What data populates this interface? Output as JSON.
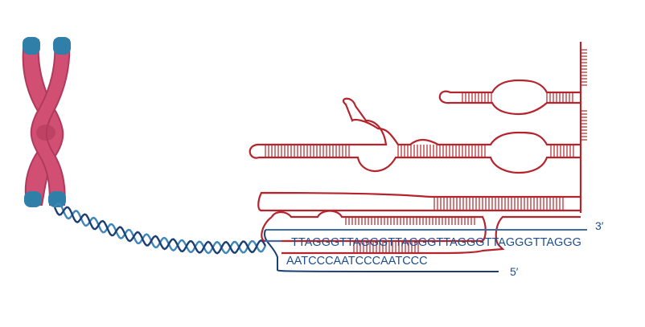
{
  "diagram": {
    "labels": {
      "strand_g_rich": "TTAGGGTTAGGGTTAGGGTTAGGGTTAGGGTTAGGG",
      "strand_c_rich": "AATCCCAATCCCAATCCC",
      "three_prime": "3′",
      "five_prime": "5′"
    },
    "colors": {
      "chromosome_body": "#d14f72",
      "chromosome_shade": "#b03a5c",
      "telomere_cap": "#2f7fa8",
      "dna_dark": "#1c3f73",
      "dna_light": "#3f86b9",
      "rna_structure": "#b5242c",
      "strand_blue": "#3b6ea5",
      "text_blue": "#1f4e8c"
    },
    "icons": {
      "chromosome": "chromosome-icon",
      "dna_helix": "dna-helix-icon",
      "rna": "rna-secondary-structure-icon"
    }
  }
}
